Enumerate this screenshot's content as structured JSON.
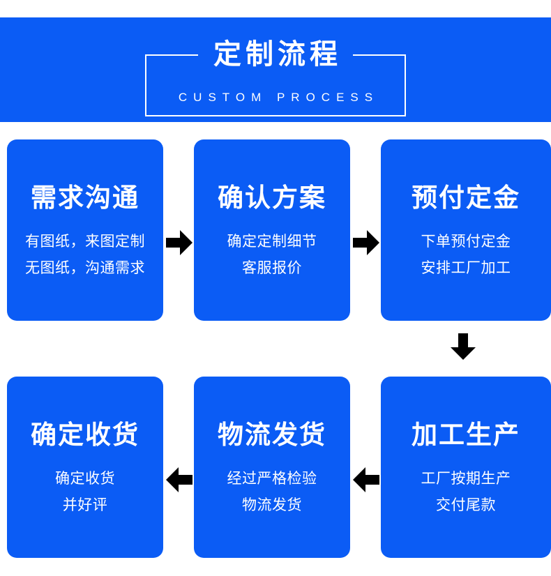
{
  "page": {
    "background_color": "#ffffff",
    "brand_blue": "#0B5CF5",
    "text_color": "#ffffff",
    "arrow_color": "#000000"
  },
  "header": {
    "title": "定制流程",
    "subtitle": "CUSTOM PROCESS"
  },
  "flow": {
    "steps": [
      {
        "title": "需求沟通",
        "lines": [
          "有图纸，来图定制",
          "无图纸，沟通需求"
        ]
      },
      {
        "title": "确认方案",
        "lines": [
          "确定定制细节",
          "客服报价"
        ]
      },
      {
        "title": "预付定金",
        "lines": [
          "下单预付定金",
          "安排工厂加工"
        ]
      },
      {
        "title": "加工生产",
        "lines": [
          "工厂按期生产",
          "交付尾款"
        ]
      },
      {
        "title": "物流发货",
        "lines": [
          "经过严格检验",
          "物流发货"
        ]
      },
      {
        "title": "确定收货",
        "lines": [
          "确定收货",
          "并好评"
        ]
      }
    ],
    "connectors": [
      {
        "name": "arrow-right-step1-step2",
        "direction": "right"
      },
      {
        "name": "arrow-right-step2-step3",
        "direction": "right"
      },
      {
        "name": "arrow-down-step3-step4",
        "direction": "down"
      },
      {
        "name": "arrow-left-step4-step5",
        "direction": "left"
      },
      {
        "name": "arrow-left-step5-step6",
        "direction": "left"
      }
    ]
  }
}
